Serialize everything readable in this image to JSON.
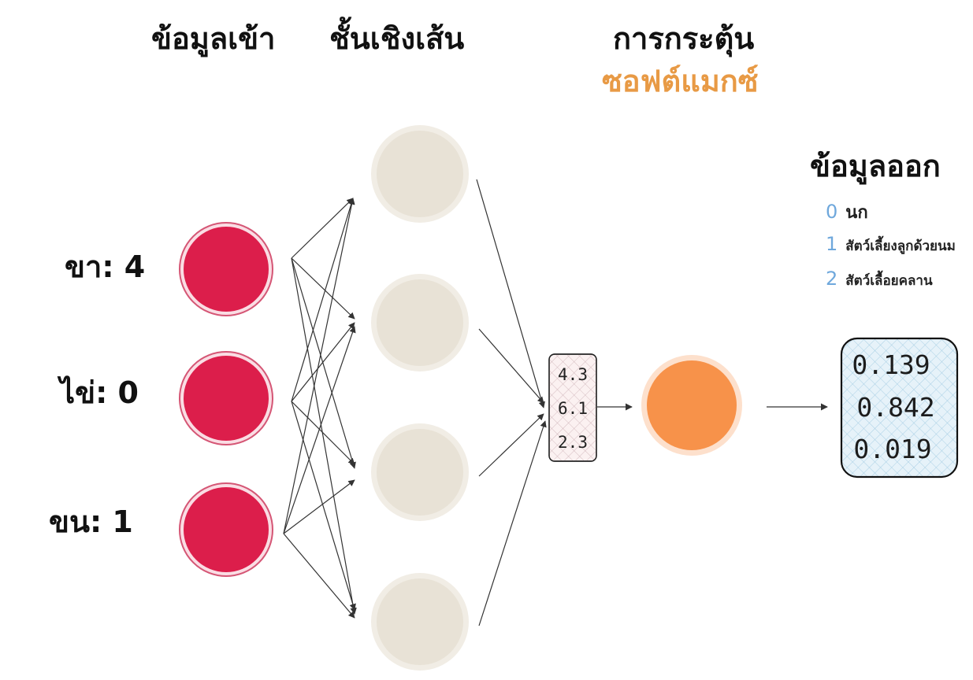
{
  "headings": {
    "input": "ข้อมูลเข้า",
    "linear_layer": "ชั้นเชิงเส้น",
    "activation": "การกระตุ้น",
    "softmax": "ซอฟต์แมกซ์",
    "output": "ข้อมูลออก"
  },
  "inputs": [
    {
      "label": "ขา: 4"
    },
    {
      "label": "ไข่: 0"
    },
    {
      "label": "ขน: 1"
    }
  ],
  "logits": [
    "4.3",
    "6.1",
    "2.3"
  ],
  "probabilities": [
    "0.139",
    "0.842",
    "0.019"
  ],
  "classes": [
    {
      "index": "0",
      "name": "นก"
    },
    {
      "index": "1",
      "name": "สัตว์เลี้ยงลูกด้วยนม"
    },
    {
      "index": "2",
      "name": "สัตว์เลื้อยคลาน"
    }
  ],
  "colors": {
    "input_node": "#dc1e4b",
    "hidden_node": "#e8e2d6",
    "softmax_node": "#f7924a",
    "softmax_heading": "#e89a45",
    "class_index": "#6fa8dc",
    "output_box_fill": "#dcedf6"
  }
}
